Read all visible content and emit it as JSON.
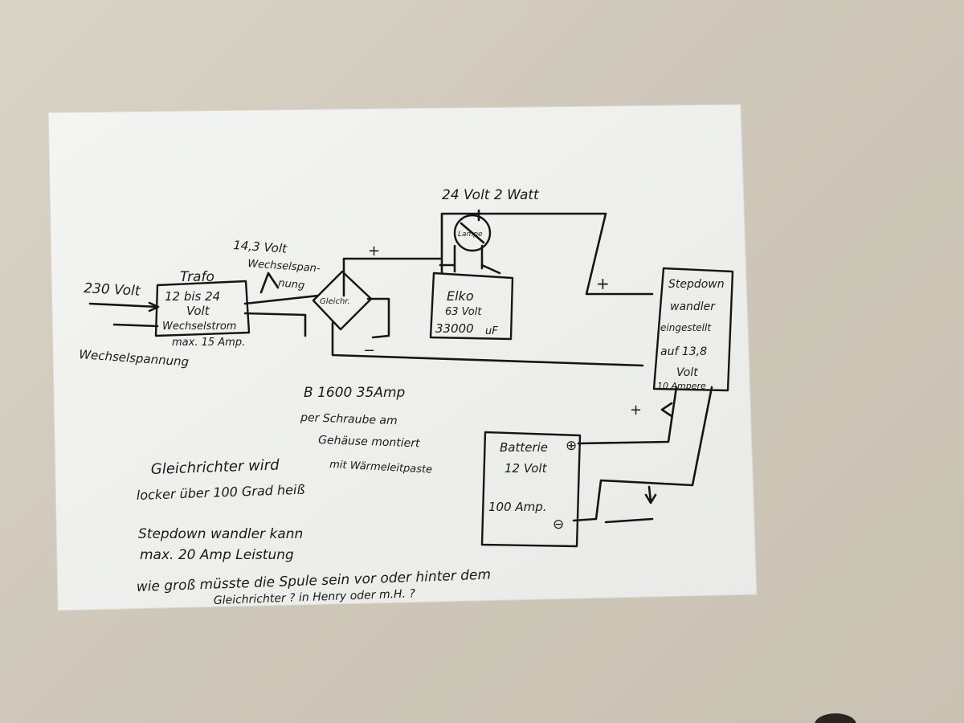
{
  "labels": {
    "input_voltage": "230 Volt",
    "input_type": "Wechselspannung",
    "trafo_title": "Trafo",
    "trafo_line1": "12 bis 24",
    "trafo_line2": "Volt",
    "trafo_line3": "Wechselstrom",
    "trafo_line4": "max. 15 Amp.",
    "secondary_line1": "14,3 Volt",
    "secondary_line2": "Wechselspan-",
    "secondary_line3": "nung",
    "bridge_label": "Gleichr.",
    "plus_bridge": "+",
    "minus_bridge": "−",
    "lamp_label": "Lampe",
    "lamp_rating": "24 Volt 2 Watt",
    "elko_line1": "Elko",
    "elko_line2": "63 Volt",
    "elko_line3": "33000",
    "elko_unit": "uF",
    "plus_stepdown_in": "+",
    "stepdown_line1": "Stepdown",
    "stepdown_line2": "wandler",
    "stepdown_line3": "eingestellt",
    "stepdown_line4": "auf 13,8",
    "stepdown_line5": "Volt",
    "stepdown_line6": "10 Ampere",
    "plus_out": "+",
    "battery_line1": "Batterie",
    "battery_line2": "12 Volt",
    "battery_line3": "100 Amp.",
    "battery_plus": "⊕",
    "battery_minus": "⊖",
    "note_b1600_line1": "B 1600  35Amp",
    "note_b1600_line2": "per Schraube am",
    "note_b1600_line3": "Gehäuse montiert",
    "note_b1600_line4": "mit Wärmeleitpaste",
    "note_hot_line1": "Gleichrichter wird",
    "note_hot_line2": "locker über 100 Grad heiß",
    "note_stepdown_line1": "Stepdown wandler kann",
    "note_stepdown_line2": "max. 20 Amp Leistung",
    "question_line1": "wie groß müsste die Spule sein vor oder hinter dem",
    "question_line2": "Gleichrichter ?  in Henry oder m.H. ?"
  }
}
